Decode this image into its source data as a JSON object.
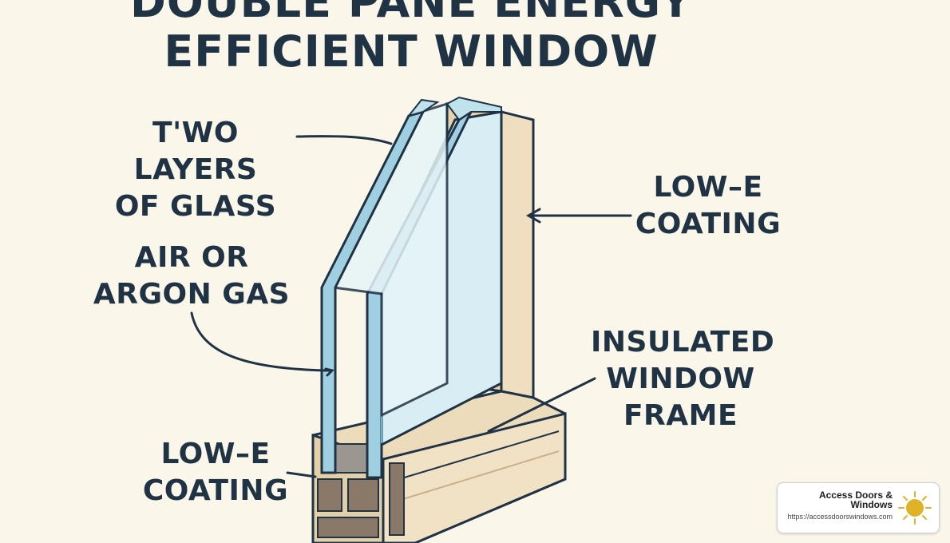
{
  "title": {
    "line1": "DOUBLE PANE ENERGY",
    "line2": "EFFICIENT WINDOW"
  },
  "callouts": {
    "glass": {
      "line1": "T'WO LAYERS",
      "line2": "OF GLASS"
    },
    "gas": {
      "line1": "AIR OR",
      "line2": "ARGON GAS"
    },
    "lowe_left": {
      "line1": "LOW–E",
      "line2": "COATING"
    },
    "lowe_right": {
      "line1": "LOW–E",
      "line2": "COATING"
    },
    "frame": {
      "line1": "INSULATED",
      "line2": "WINDOW",
      "line3": "FRAME"
    }
  },
  "badge": {
    "name": "Access Doors & Windows",
    "url": "https://accessdoorswindows.com",
    "logo_icon": "sun-icon"
  },
  "colors": {
    "ink": "#1f3344",
    "glass": "#9fcfe0",
    "glass_edge": "#6fb3cc",
    "frame": "#eddcbc",
    "frame_dark": "#8a7868",
    "background": "#fbf6ea",
    "sun": "#e0b228"
  }
}
